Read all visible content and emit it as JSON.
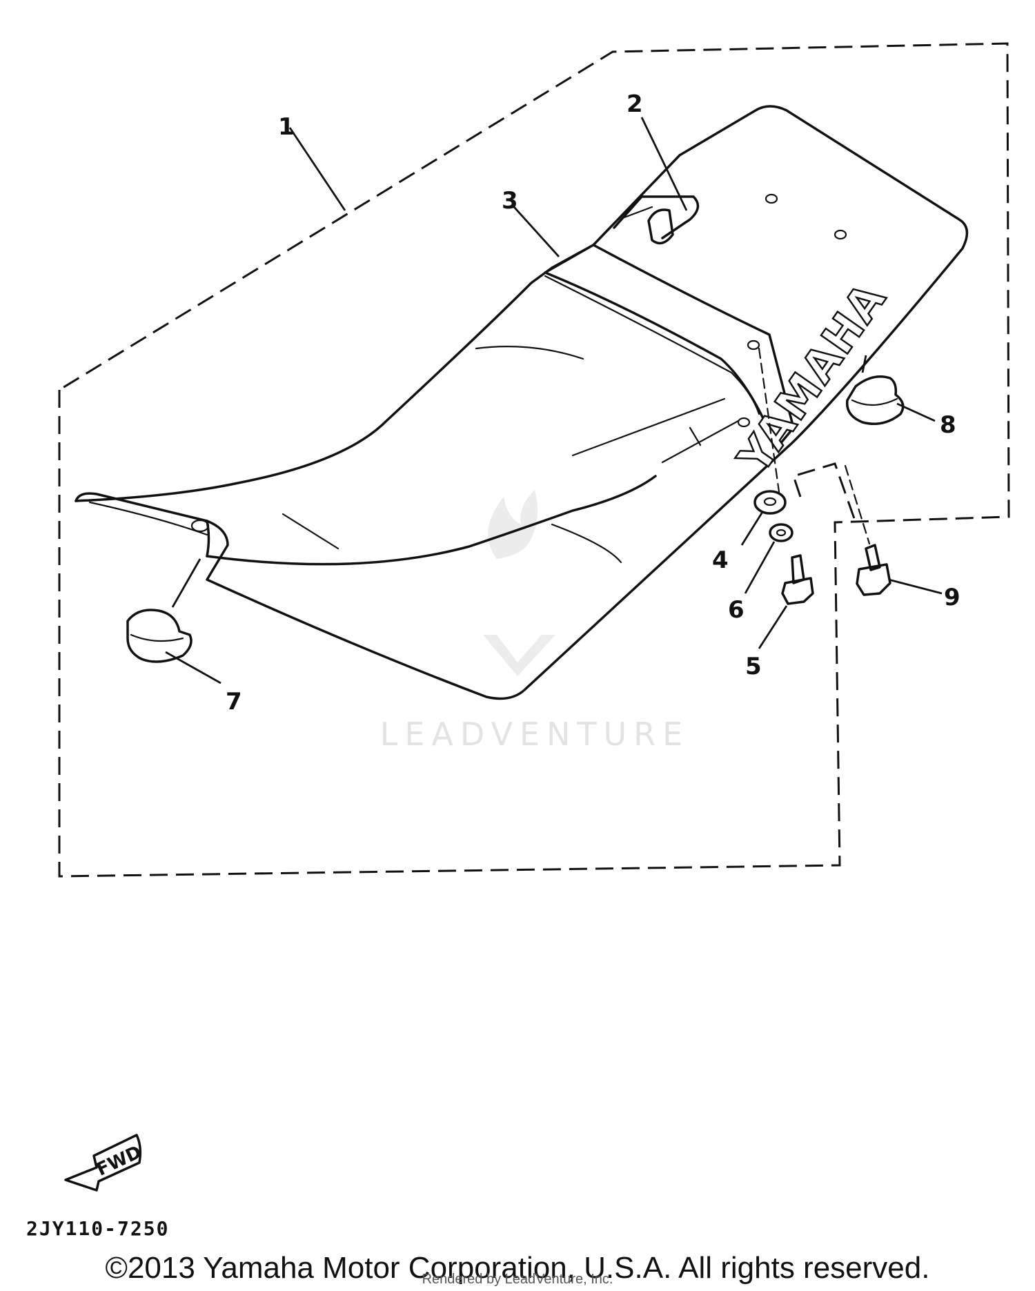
{
  "diagram": {
    "part_code": "2JY110-7250",
    "copyright": "©2013 Yamaha Motor Corporation, U.S.A. All rights reserved.",
    "render_note": "Rendered by LeadVenture, Inc.",
    "watermark": "LEADVENTURE",
    "seat_brand": "YAMAHA",
    "fwd_label": "FWD",
    "callouts": [
      {
        "id": "1",
        "label": "1"
      },
      {
        "id": "2",
        "label": "2"
      },
      {
        "id": "3",
        "label": "3"
      },
      {
        "id": "4",
        "label": "4"
      },
      {
        "id": "5",
        "label": "5"
      },
      {
        "id": "6",
        "label": "6"
      },
      {
        "id": "7",
        "label": "7"
      },
      {
        "id": "8",
        "label": "8"
      },
      {
        "id": "9",
        "label": "9"
      }
    ]
  }
}
